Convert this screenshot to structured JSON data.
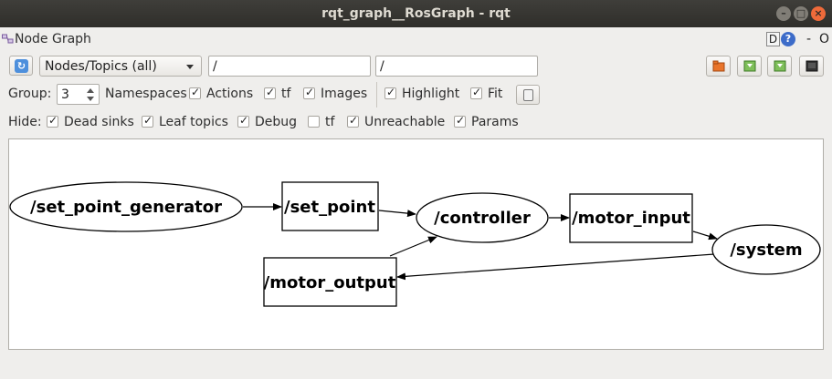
{
  "window": {
    "title": "rqt_graph__RosGraph - rqt",
    "controls": {
      "minimize": "–",
      "maximize": "□",
      "close": "×"
    }
  },
  "plugin": {
    "title": "Node Graph",
    "dock_d": "D",
    "help": "?",
    "minimize": "-",
    "close": "O"
  },
  "toolbar": {
    "graph_type": "Nodes/Topics (all)",
    "node_filter": "/",
    "topic_filter": "/",
    "refresh_icon": "refresh-icon",
    "tool_icons": [
      "folder-open-icon",
      "save-dot-icon",
      "save-svg-icon",
      "save-image-icon"
    ]
  },
  "options": {
    "group_label": "Group:",
    "group_value": "3",
    "namespaces_label": "Namespaces",
    "checkboxes": [
      {
        "label": "Actions",
        "checked": true
      },
      {
        "label": "tf",
        "checked": true
      },
      {
        "label": "Images",
        "checked": true
      },
      {
        "label": "Highlight",
        "checked": true
      },
      {
        "label": "Fit",
        "checked": true
      }
    ]
  },
  "hide": {
    "label": "Hide:",
    "checkboxes": [
      {
        "label": "Dead sinks",
        "checked": true
      },
      {
        "label": "Leaf topics",
        "checked": true
      },
      {
        "label": "Debug",
        "checked": true
      },
      {
        "label": "tf",
        "checked": false
      },
      {
        "label": "Unreachable",
        "checked": true
      },
      {
        "label": "Params",
        "checked": true
      }
    ]
  },
  "graph": {
    "nodes": [
      {
        "id": "set_point_generator",
        "label": "/set_point_generator",
        "kind": "node"
      },
      {
        "id": "set_point",
        "label": "/set_point",
        "kind": "topic"
      },
      {
        "id": "controller",
        "label": "/controller",
        "kind": "node"
      },
      {
        "id": "motor_input",
        "label": "/motor_input",
        "kind": "topic"
      },
      {
        "id": "system",
        "label": "/system",
        "kind": "node"
      },
      {
        "id": "motor_output",
        "label": "/motor_output",
        "kind": "topic"
      }
    ],
    "edges": [
      {
        "from": "set_point_generator",
        "to": "set_point"
      },
      {
        "from": "set_point",
        "to": "controller"
      },
      {
        "from": "controller",
        "to": "motor_input"
      },
      {
        "from": "motor_input",
        "to": "system"
      },
      {
        "from": "system",
        "to": "motor_output"
      },
      {
        "from": "motor_output",
        "to": "controller"
      }
    ]
  }
}
